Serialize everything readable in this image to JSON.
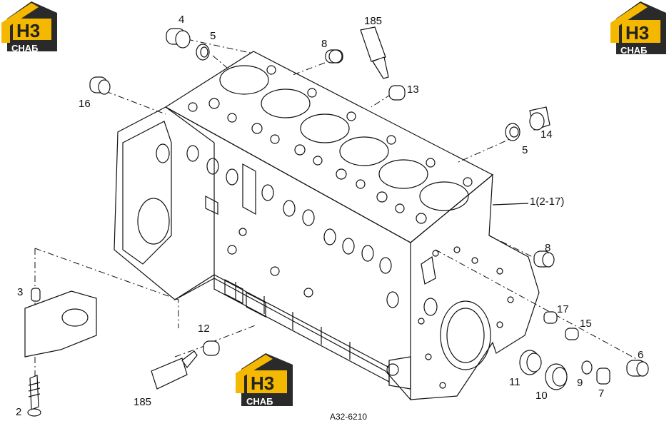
{
  "diagram": {
    "callouts": {
      "c4": "4",
      "c5a": "5",
      "c8a": "8",
      "c185a": "185",
      "c13": "13",
      "c16": "16",
      "c14": "14",
      "c5b": "5",
      "c1": "1(2-17)",
      "c8b": "8",
      "c3": "3",
      "c17": "17",
      "c15": "15",
      "c6": "6",
      "c12": "12",
      "c11": "11",
      "c10": "10",
      "c9": "9",
      "c7": "7",
      "c185b": "185",
      "c2": "2"
    },
    "figure_code": "A32-6210"
  },
  "watermark": {
    "text_top": "H3",
    "text_bottom": "СНАБ",
    "color": "#f5b800",
    "dark": "#2a2a2a"
  }
}
